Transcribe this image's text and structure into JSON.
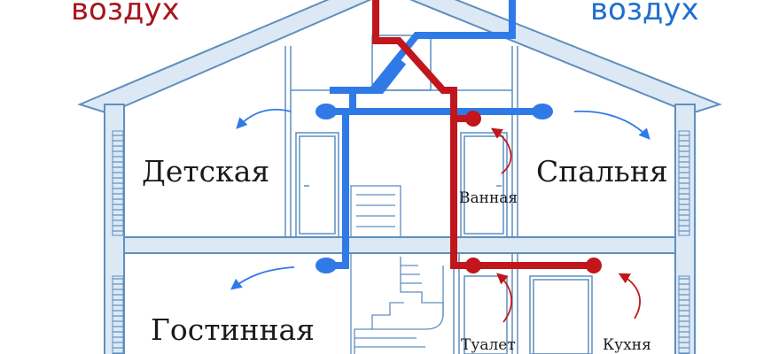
{
  "labels": {
    "exhaust_air": "воздух",
    "supply_air": "воздух",
    "kids_room": "Детская",
    "bedroom": "Спальня",
    "bathroom": "Ванная",
    "living_room": "Гостинная",
    "toilet": "Туалет",
    "kitchen": "Кухня"
  },
  "colors": {
    "exhaust": "#c0161c",
    "exhaust_text": "#a8151b",
    "supply": "#2f7ae6",
    "supply_text": "#1f6fd0",
    "structure": "#5f8fbf",
    "structure_fill": "#dce9f5"
  },
  "icons": [
    "supply-diffuser-icon",
    "exhaust-grille-icon",
    "airflow-arrow-icon",
    "staircase-icon",
    "door-icon"
  ]
}
